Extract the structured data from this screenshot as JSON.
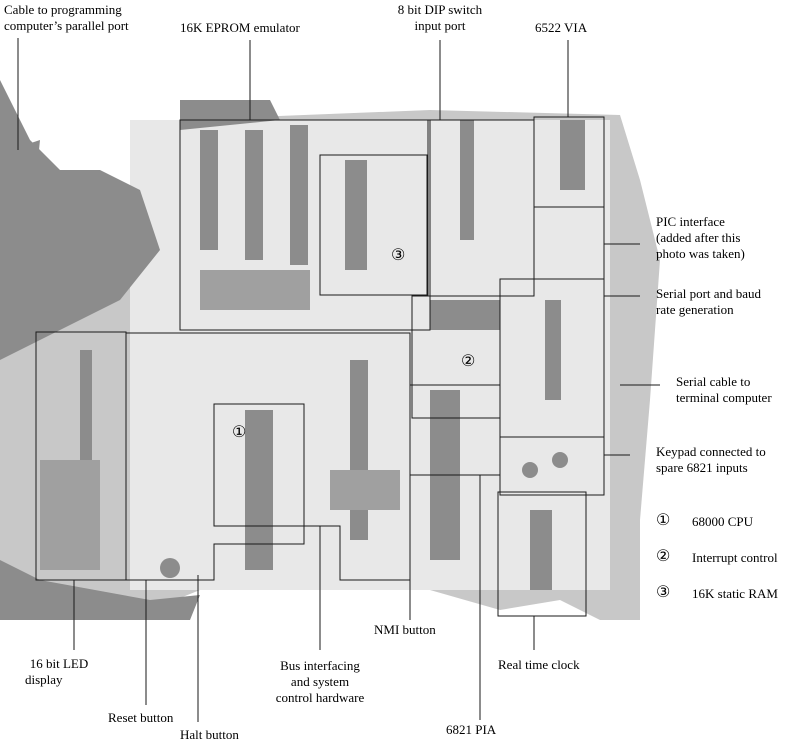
{
  "labels": {
    "cable_parallel": [
      "Cable to programming",
      "computer’s parallel port"
    ],
    "eprom": "16K EPROM emulator",
    "dip_switch": [
      "8 bit DIP switch",
      "input port"
    ],
    "via": "6522 VIA",
    "pic": [
      "PIC interface",
      "(added after this",
      "photo was taken)"
    ],
    "serial_port": [
      "Serial port and baud",
      "rate generation"
    ],
    "serial_cable": [
      "Serial cable to",
      "terminal computer"
    ],
    "keypad": [
      "Keypad connected to",
      "spare 6821 inputs"
    ],
    "nmi": "NMI button",
    "led": [
      "16 bit LED",
      "display"
    ],
    "bus": [
      "Bus interfacing",
      "and system",
      "control hardware"
    ],
    "rtc": "Real time clock",
    "reset": "Reset button",
    "halt": "Halt button",
    "pia": "6821 PIA"
  },
  "markers": {
    "cpu": "①",
    "interrupt": "②",
    "ram": "③"
  },
  "legend": [
    {
      "marker": "①",
      "text": "68000 CPU"
    },
    {
      "marker": "②",
      "text": "Interrupt control"
    },
    {
      "marker": "③",
      "text": "16K static RAM"
    }
  ],
  "colors": {
    "board_dark": "#8c8c8c",
    "board_light": "#c8c8c8",
    "line": "#1a1a1a",
    "background": "#ffffff"
  }
}
